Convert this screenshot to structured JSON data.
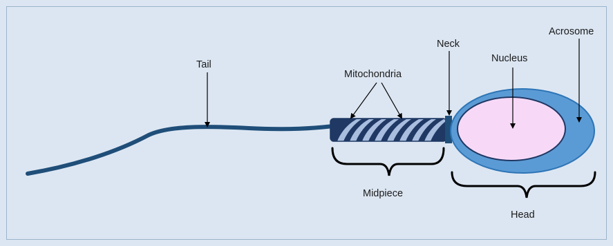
{
  "labels": {
    "tail": "Tail",
    "mitochondria": "Mitochondria",
    "neck": "Neck",
    "nucleus": "Nucleus",
    "acrosome": "Acrosome",
    "midpiece": "Midpiece",
    "head": "Head"
  },
  "colors": {
    "background": "#dce6f2",
    "frame": "#9bb4cc",
    "tail": "#1f4e79",
    "midpiece_dark": "#1f3864",
    "mitochondria_stripe": "#a9bedf",
    "neck": "#1f4e79",
    "head_outer": "#5b9bd5",
    "head_outer_stroke": "#2e75b6",
    "nucleus": "#f7d9f7",
    "nucleus_stroke": "#1f3864",
    "arrow": "#000000"
  }
}
